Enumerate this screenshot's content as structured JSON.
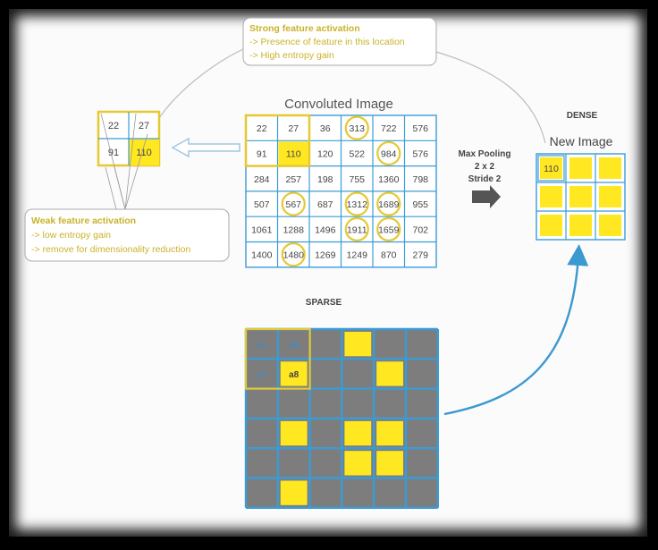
{
  "callout_top": {
    "title": "Strong feature activation",
    "line1": "-> Presence of feature in this location",
    "line2": "-> High entropy gain"
  },
  "callout_bottom": {
    "title": "Weak feature activation",
    "line1": "-> low entropy gain",
    "line2": "-> remove for dimensionality reduction"
  },
  "convoluted": {
    "title": "Convoluted Image",
    "rows": [
      [
        "22",
        "27",
        "36",
        "313",
        "722",
        "576"
      ],
      [
        "91",
        "110",
        "120",
        "522",
        "984",
        "576"
      ],
      [
        "284",
        "257",
        "198",
        "755",
        "1360",
        "798"
      ],
      [
        "507",
        "567",
        "687",
        "1312",
        "1689",
        "955"
      ],
      [
        "1061",
        "1288",
        "1496",
        "1911",
        "1659",
        "702"
      ],
      [
        "1400",
        "1480",
        "1269",
        "1249",
        "870",
        "279"
      ]
    ],
    "circled": [
      "0-3",
      "1-4",
      "3-1",
      "3-3",
      "3-4",
      "4-3",
      "4-4",
      "5-1"
    ],
    "highlighted": [
      "1-1"
    ]
  },
  "window": {
    "cells": [
      "22",
      "27",
      "91",
      "110"
    ]
  },
  "pooling": {
    "line1": "Max Pooling",
    "line2": "2 x 2",
    "line3": "Stride 2"
  },
  "dense": {
    "label": "DENSE",
    "title": "New Image",
    "first_value": "110"
  },
  "sparse": {
    "label": "SPARSE",
    "labels": [
      "a1",
      "a2",
      "a7",
      "a8"
    ],
    "yellow": [
      "0-3",
      "1-4",
      "3-1",
      "3-3",
      "3-4",
      "4-3",
      "4-4",
      "5-1"
    ]
  },
  "colors": {
    "yellow": "#ffe722",
    "yellow_border": "#e6c832",
    "grid_blue": "#3b9bd6",
    "sparse_gray": "#7d7d7d",
    "callout_text": "#c9b32a",
    "arrow_blue": "#3a99d0",
    "arrow_outline": "#9fc7e4"
  }
}
